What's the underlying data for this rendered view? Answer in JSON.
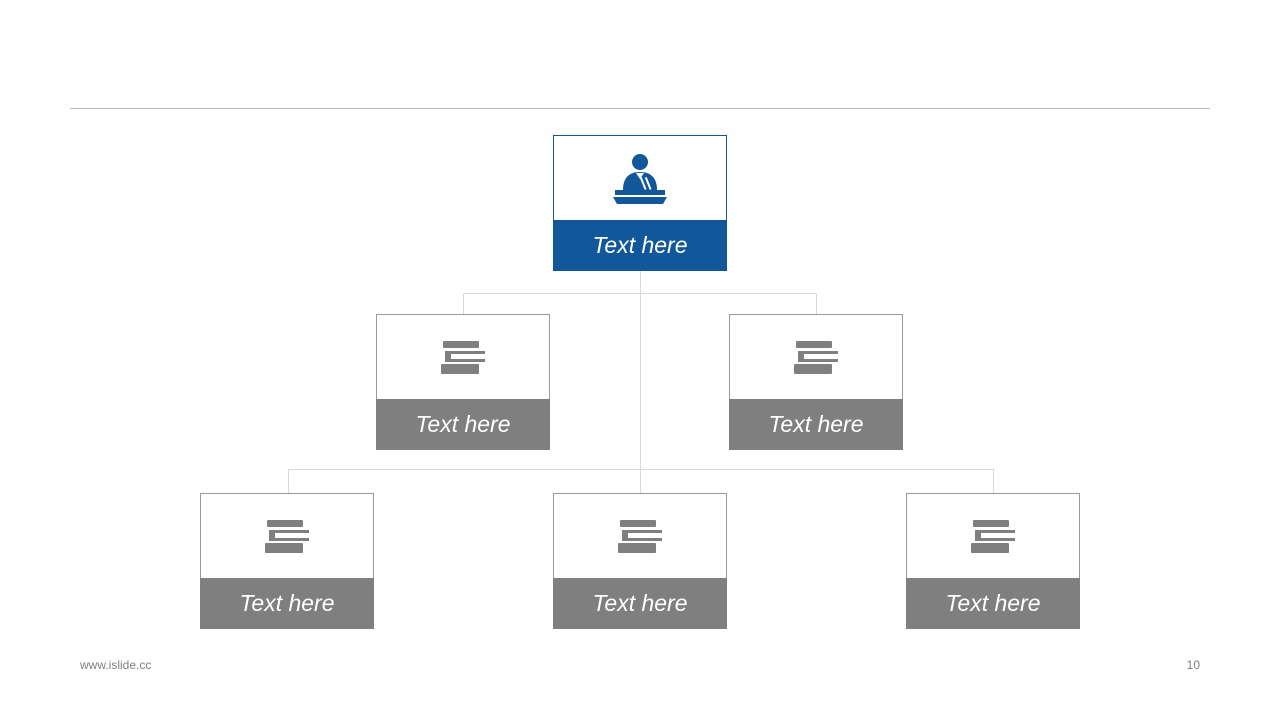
{
  "colors": {
    "root_accent": "#11579a",
    "child_accent": "#7f7f7f",
    "connector": "#d9d9d9",
    "rule": "#bfbfbf"
  },
  "diagram": {
    "root": {
      "label": "Text here",
      "icon": "speaker-podium-icon"
    },
    "level2": [
      {
        "label": "Text here",
        "icon": "books-icon"
      },
      {
        "label": "Text here",
        "icon": "books-icon"
      }
    ],
    "level3": [
      {
        "label": "Text here",
        "icon": "books-icon"
      },
      {
        "label": "Text here",
        "icon": "books-icon"
      },
      {
        "label": "Text here",
        "icon": "books-icon"
      }
    ]
  },
  "footer": {
    "website": "www.islide.cc",
    "page_number": "10"
  }
}
